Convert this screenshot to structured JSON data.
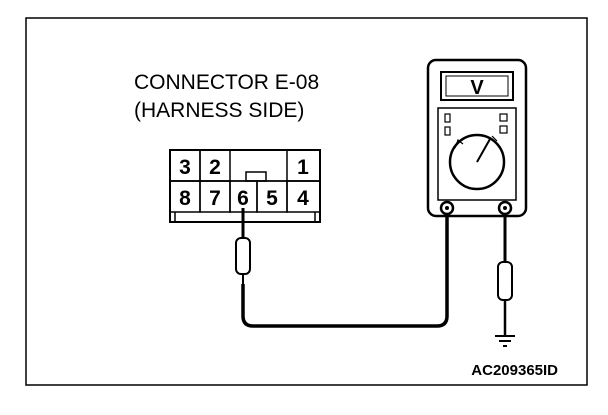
{
  "connector": {
    "title_line1": "CONNECTOR E-08",
    "title_line2": "(HARNESS SIDE)",
    "pins_top": [
      "3",
      "2",
      "1"
    ],
    "pins_bottom": [
      "8",
      "7",
      "6",
      "5",
      "4"
    ],
    "probed_pin": "6"
  },
  "meter": {
    "display_symbol": "V"
  },
  "ground_symbol": "ground-icon",
  "figure_id": "AC209365ID"
}
